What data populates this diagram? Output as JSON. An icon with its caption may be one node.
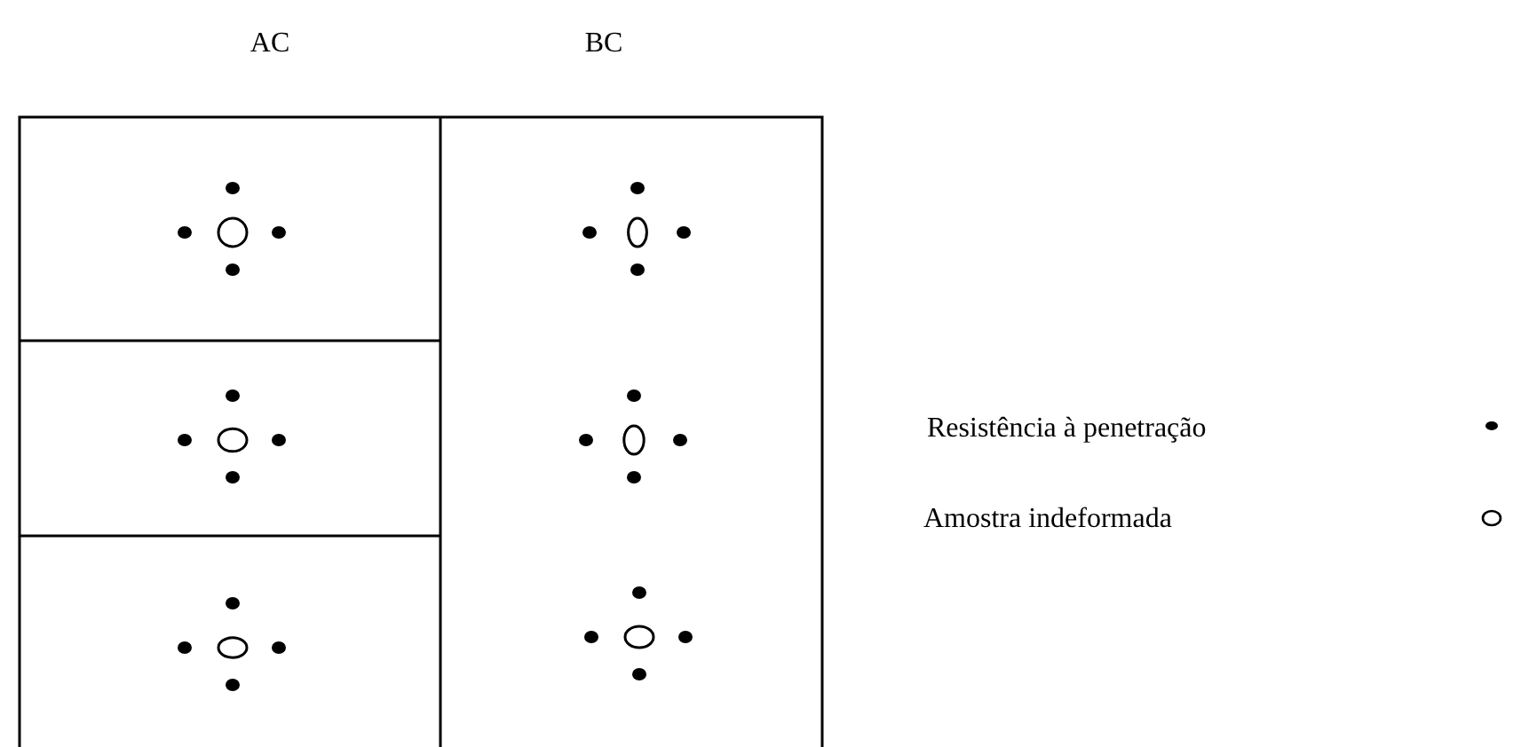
{
  "diagram": {
    "labels": [
      "AC",
      "BC"
    ],
    "legend": [
      {
        "text": "Resistência à penetração"
      },
      {
        "text": "Amostra indeformada"
      }
    ]
  }
}
